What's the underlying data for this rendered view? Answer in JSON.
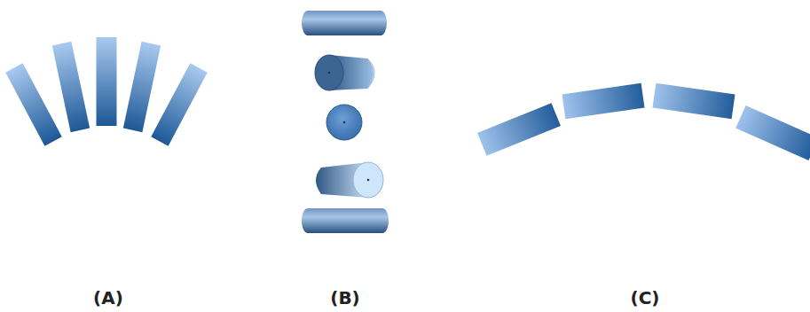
{
  "diagram": {
    "labels": [
      "(A)",
      "(B)",
      "(C)"
    ]
  }
}
